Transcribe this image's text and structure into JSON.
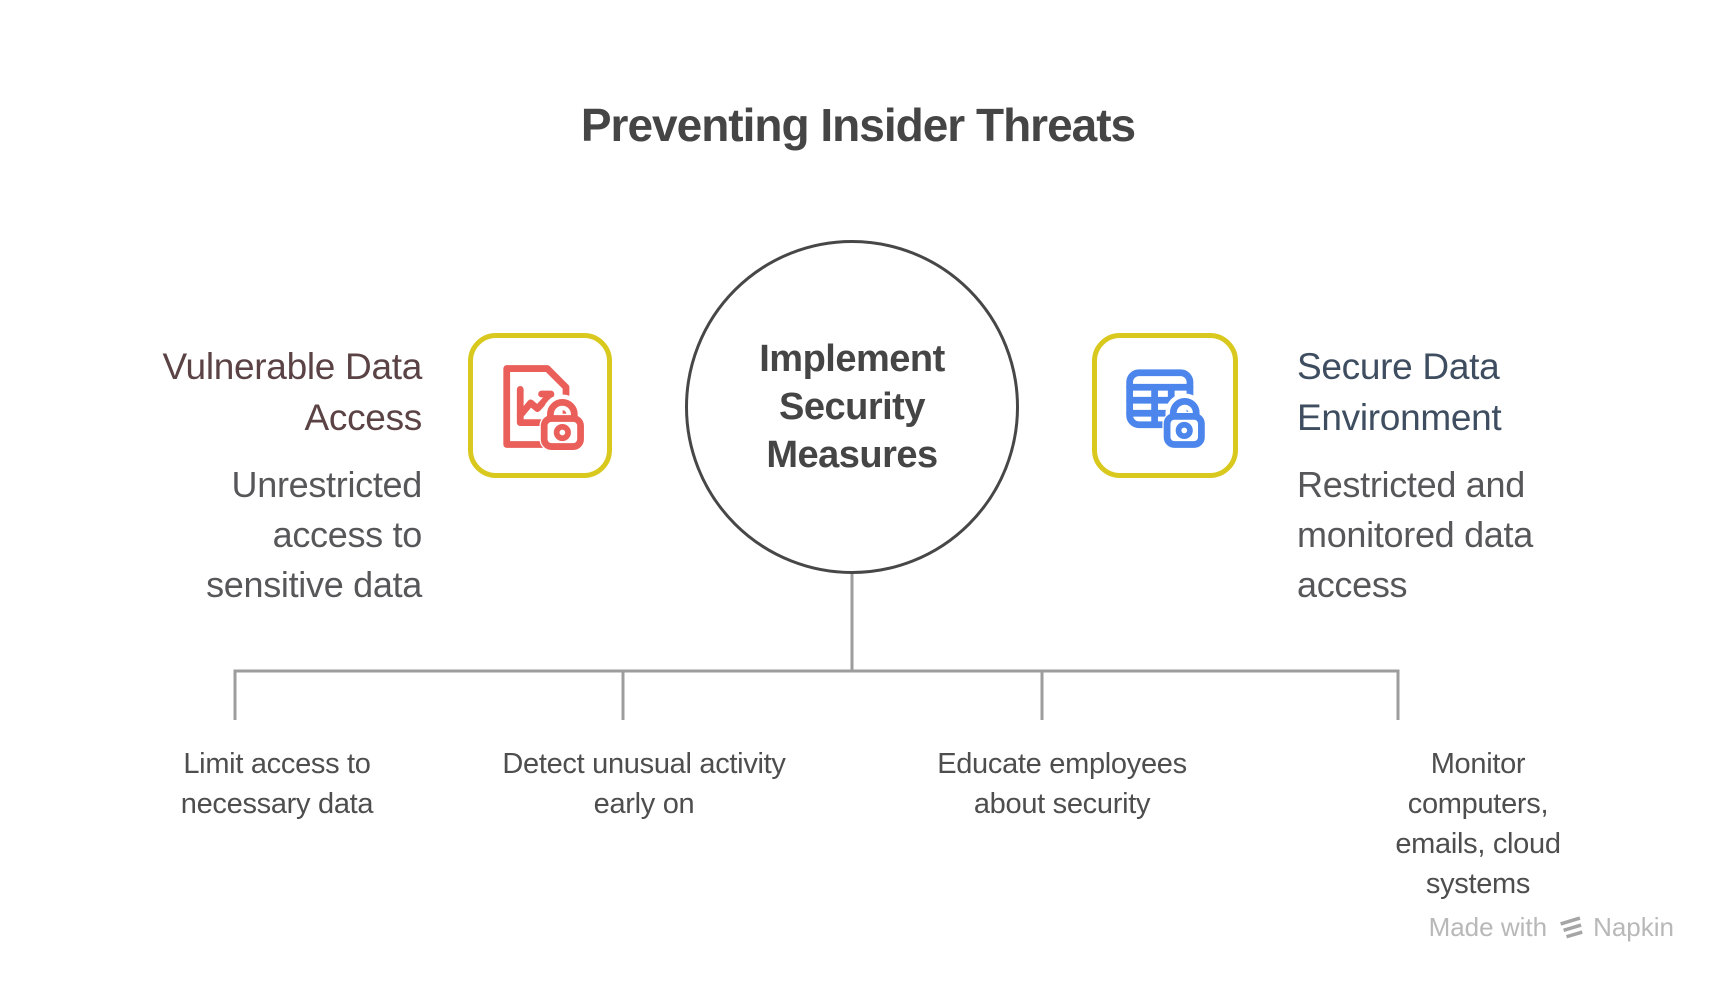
{
  "title": "Preventing Insider Threats",
  "center_node": {
    "line1": "Implement",
    "line2": "Security",
    "line3": "Measures"
  },
  "left_item": {
    "heading_line1": "Vulnerable Data",
    "heading_line2": "Access",
    "body_line1": "Unrestricted",
    "body_line2": "access to",
    "body_line3": "sensitive data",
    "icon": "document-chart-lock-icon"
  },
  "right_item": {
    "heading_line1": "Secure Data",
    "heading_line2": "Environment",
    "body_line1": "Restricted and",
    "body_line2": "monitored data",
    "body_line3": "access",
    "icon": "table-lock-icon"
  },
  "branches": [
    {
      "line1": "Limit access to",
      "line2": "necessary data"
    },
    {
      "line1": "Detect unusual activity",
      "line2": "early on"
    },
    {
      "line1": "Educate employees",
      "line2": "about security"
    },
    {
      "line1": "Monitor computers,",
      "line2": "emails, cloud systems"
    }
  ],
  "watermark": {
    "prefix": "Made with",
    "brand": "Napkin"
  },
  "colors": {
    "accent_yellow": "#d9c91e",
    "icon_red": "#ea5f5a",
    "icon_blue": "#4c86ec",
    "node_outline": "#474747",
    "text_dark": "#454545",
    "heading_maroon": "#5b4345",
    "heading_slate": "#3e4d60",
    "text_gray": "#57575a",
    "label_gray": "#4e4e4e",
    "connector_gray": "#9d9d9d",
    "watermark_gray": "#b8b8b8",
    "logo_gray": "#a5a5a5"
  }
}
